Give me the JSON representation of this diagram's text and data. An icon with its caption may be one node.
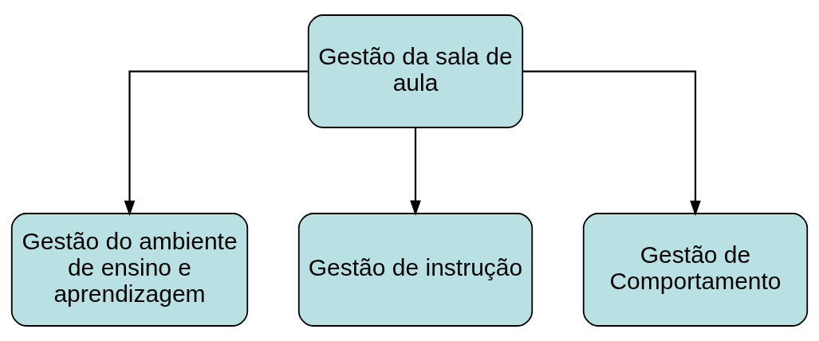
{
  "diagram": {
    "nodes": [
      {
        "text": [
          "Gestão da sala de aula"
        ]
      },
      {
        "text": [
          "Gestão do ambiente de ensino e aprendizagem"
        ]
      },
      {
        "text": [
          "Gestão de instrução"
        ]
      },
      {
        "text": [
          "Gestão de Comportamento"
        ]
      }
    ],
    "edges": [
      {
        "from": 0,
        "to": 1,
        "arrow": "to"
      },
      {
        "from": 0,
        "to": 2,
        "arrow": "to"
      },
      {
        "from": 0,
        "to": 3,
        "arrow": "to"
      }
    ]
  }
}
